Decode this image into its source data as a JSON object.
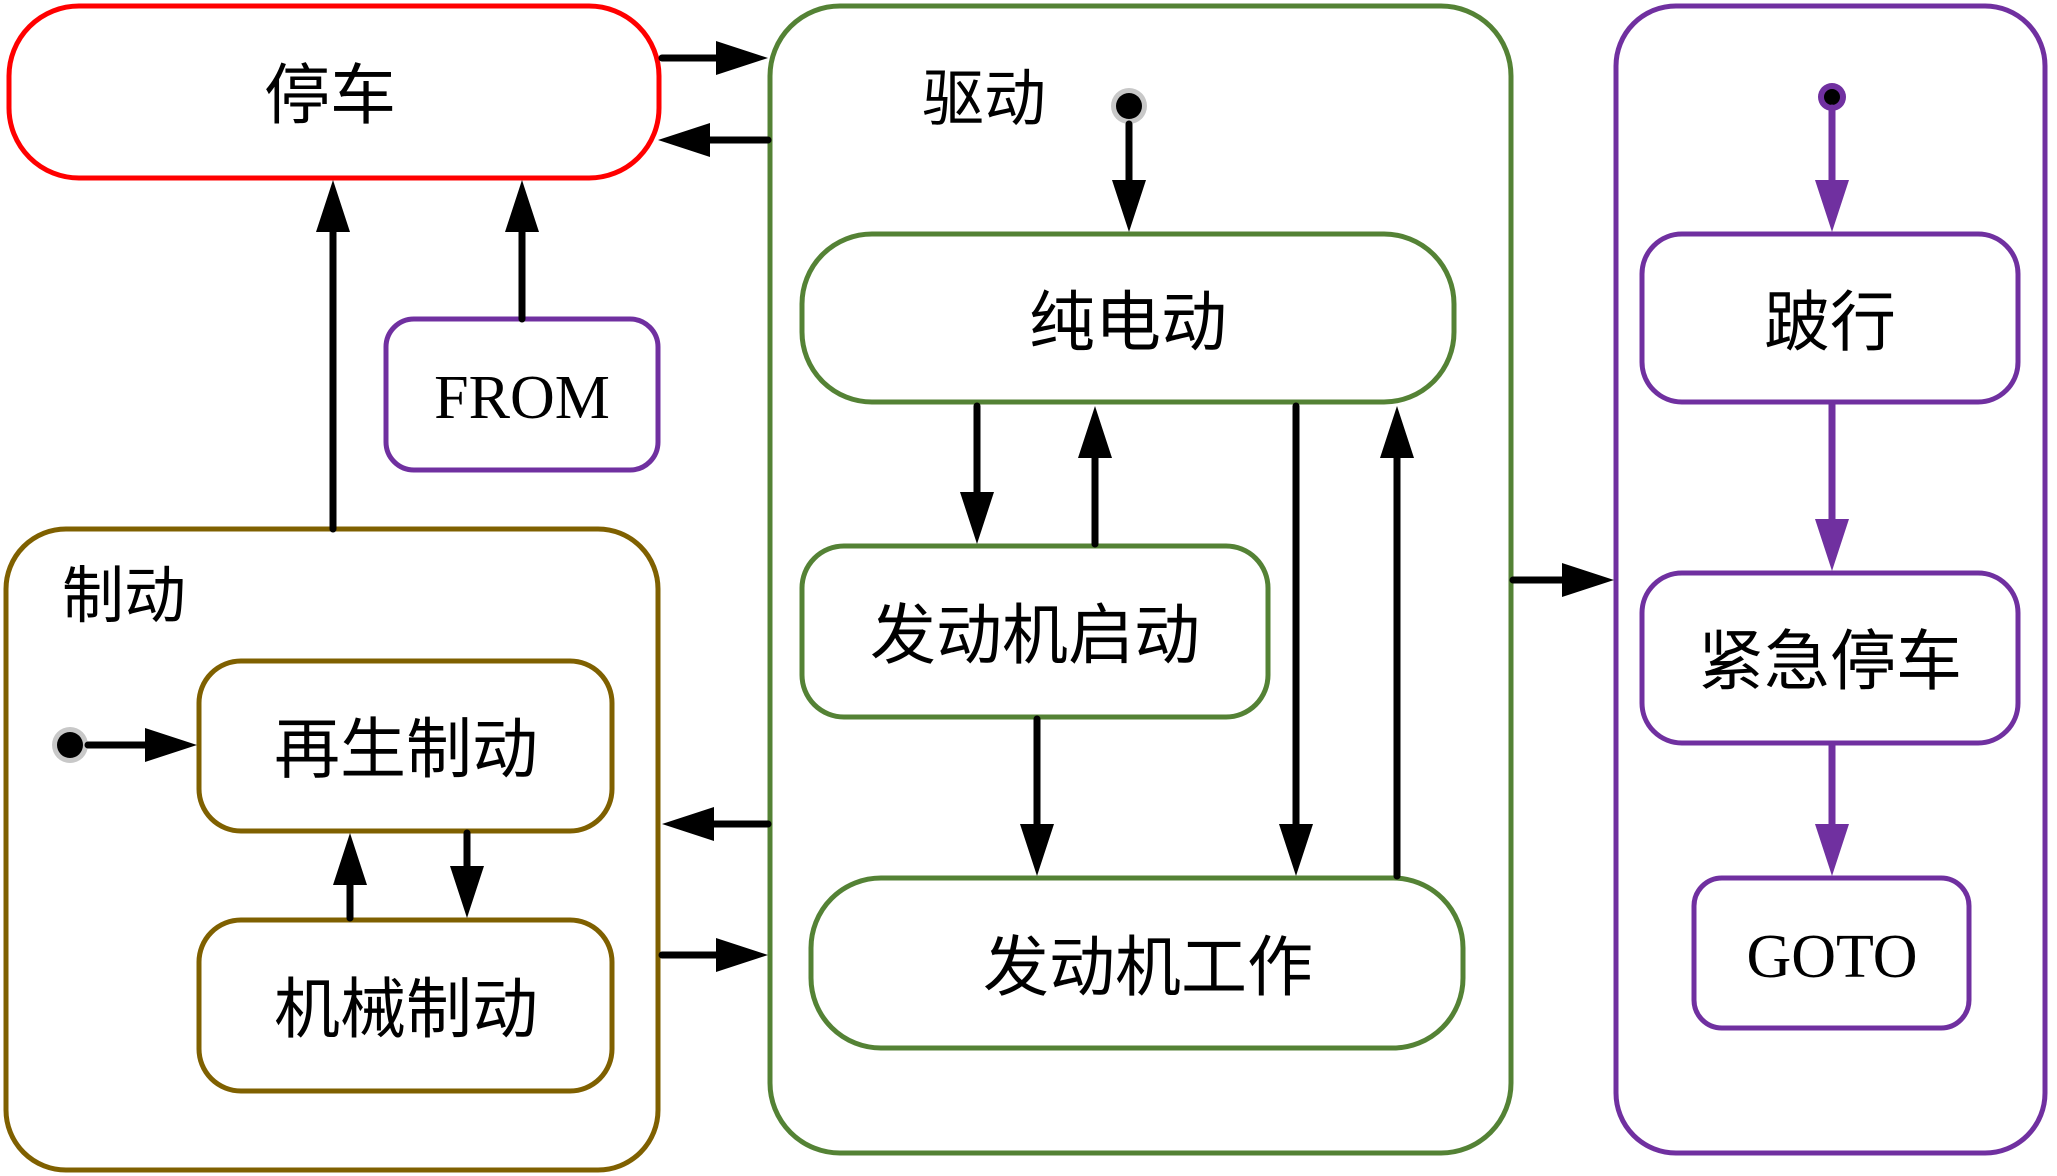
{
  "diagram": {
    "type": "state-machine",
    "colors": {
      "stop": "#ff0000",
      "drive": "#548235",
      "brake": "#7f6000",
      "fault": "#7030a0",
      "arrow": "#000000",
      "initial_ring": "#c8c8c8"
    },
    "states": {
      "stop": "停车",
      "from": "FROM",
      "brake": "制动",
      "regen_brake": "再生制动",
      "mech_brake": "机械制动",
      "drive": "驱动",
      "pure_electric": "纯电动",
      "engine_start": "发动机启动",
      "engine_work": "发动机工作",
      "limp": "跛行",
      "emergency_stop": "紧急停车",
      "goto": "GOTO"
    },
    "transitions": [
      {
        "from": "停车",
        "to": "驱动"
      },
      {
        "from": "驱动",
        "to": "停车"
      },
      {
        "from": "制动",
        "to": "停车"
      },
      {
        "from": "FROM",
        "to": "停车"
      },
      {
        "from": "驱动",
        "to": "制动"
      },
      {
        "from": "制动",
        "to": "驱动"
      },
      {
        "from": "驱动",
        "to": "fault-region"
      },
      {
        "from": "initial",
        "to": "再生制动"
      },
      {
        "from": "再生制动",
        "to": "机械制动"
      },
      {
        "from": "机械制动",
        "to": "再生制动"
      },
      {
        "from": "initial",
        "to": "纯电动"
      },
      {
        "from": "纯电动",
        "to": "发动机启动"
      },
      {
        "from": "发动机启动",
        "to": "纯电动"
      },
      {
        "from": "发动机启动",
        "to": "发动机工作"
      },
      {
        "from": "纯电动",
        "to": "发动机工作"
      },
      {
        "from": "发动机工作",
        "to": "纯电动"
      },
      {
        "from": "initial",
        "to": "跛行"
      },
      {
        "from": "跛行",
        "to": "紧急停车"
      },
      {
        "from": "紧急停车",
        "to": "GOTO"
      }
    ]
  }
}
